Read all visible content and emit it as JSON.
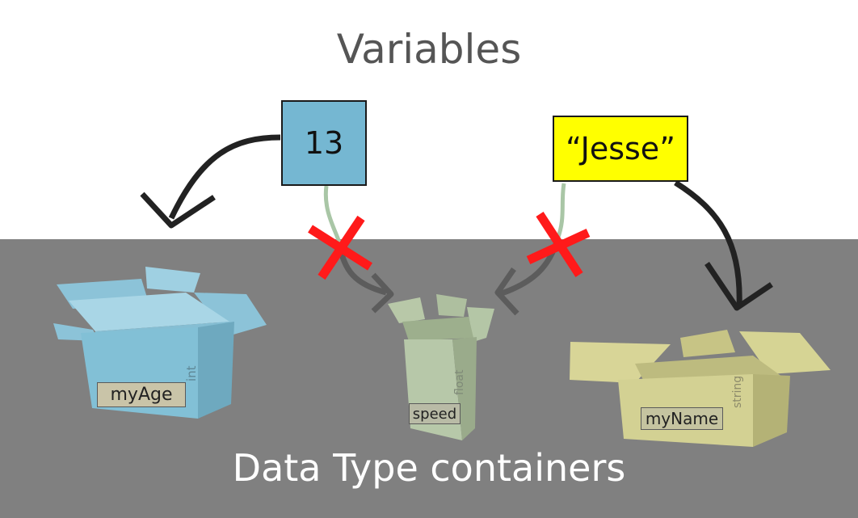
{
  "title": "Variables",
  "footer": "Data Type containers",
  "values": {
    "number": "13",
    "string": "“Jesse”"
  },
  "containers": [
    {
      "label": "myAge",
      "type": "int"
    },
    {
      "label": "speed",
      "type": "float"
    },
    {
      "label": "myName",
      "type": "string"
    }
  ],
  "colors": {
    "ground": "#808080",
    "number_box": "#75b7d2",
    "string_box": "#ffff00",
    "int_box": "#8cc3d8",
    "float_box": "#b6c7ad",
    "string_container": "#d8d597",
    "cross": "#ff1a1a"
  }
}
